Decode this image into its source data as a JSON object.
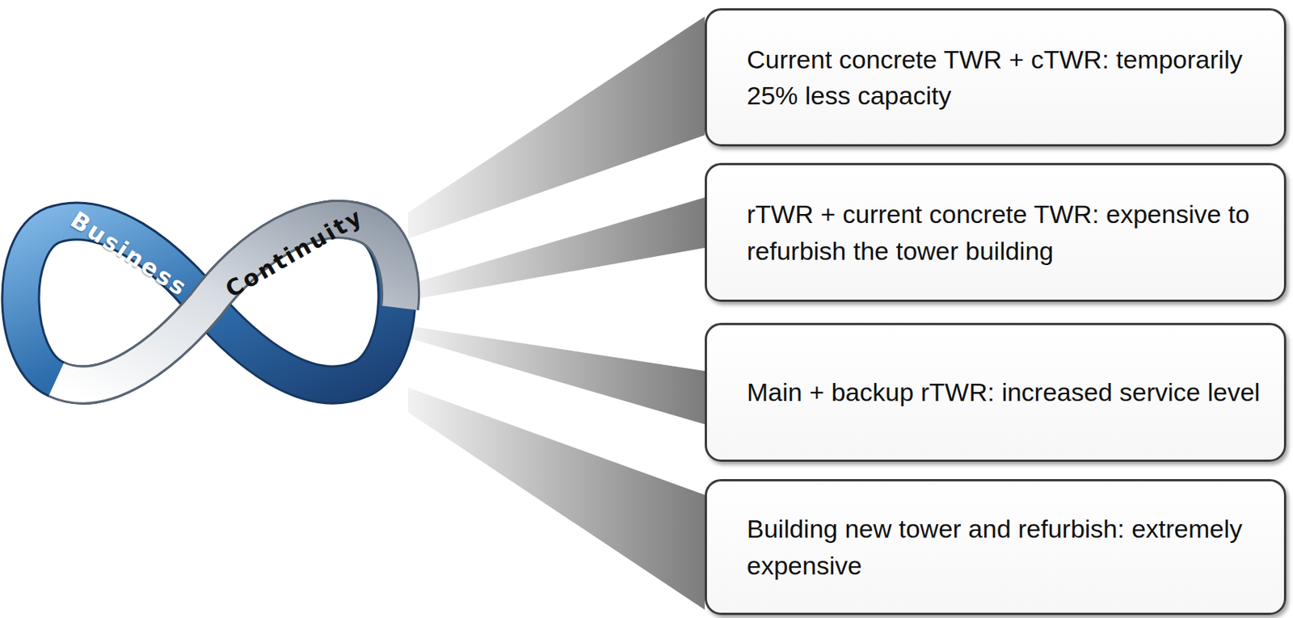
{
  "diagram": {
    "nodes": [
      {
        "text": [
          "Current concrete TWR + cTWR: temporarily 25% less capacity"
        ]
      },
      {
        "text": [
          "rTWR + current concrete TWR: expensive to refurbish the tower building"
        ]
      },
      {
        "text": [
          "Main + backup rTWR: increased service level"
        ]
      },
      {
        "text": [
          "Building new tower and refurbish: extremely expensive"
        ]
      }
    ],
    "labels": [
      "Business",
      "Continuity"
    ]
  }
}
